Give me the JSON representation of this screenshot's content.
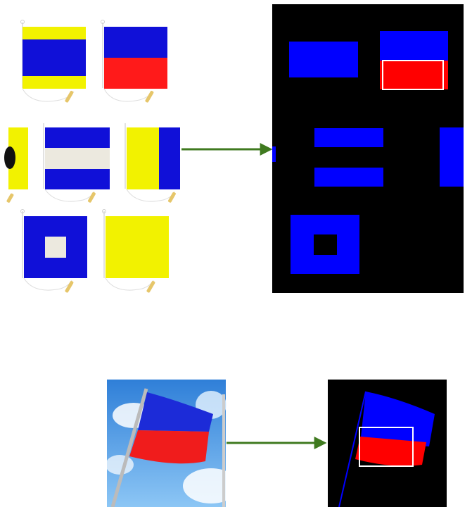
{
  "colors": {
    "flag_yellow": "#f2f200",
    "flag_blue": "#1010d8",
    "flag_red": "#ff1a1a",
    "flag_white": "#ece9df",
    "mask_background": "#000000",
    "mask_blue": "#0000ff",
    "mask_red": "#ff0000",
    "highlight_box": "#ffffff",
    "arrow": "#3f7a1f",
    "sky": "#3a8fe0"
  },
  "figure": {
    "top_row": {
      "source_flags": [
        "delta-flag",
        "echo-flag",
        "kilo-flag-partial",
        "juliet-flag",
        "golf-flag",
        "papa-flag",
        "quebec-flag"
      ],
      "mask_regions": [
        "blue-block",
        "echo-blue-block",
        "echo-red-block",
        "juliet-top-stripe",
        "juliet-bottom-stripe",
        "side-blue-block",
        "papa-frame"
      ]
    },
    "bottom_row": {
      "source": "waving-echo-flag-photo",
      "mask_regions": [
        "waving-blue-region",
        "waving-red-region"
      ]
    }
  }
}
